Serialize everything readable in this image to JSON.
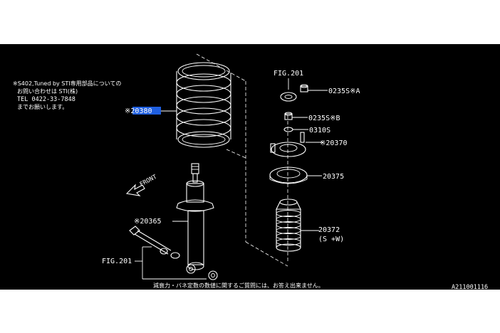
{
  "note": {
    "line1": "※S402,Tuned by STI専用部品についての",
    "line2": "お問い合わせは STI(株)",
    "line3": "TEL 0422-33-7848",
    "line4": "までお願いします。"
  },
  "direction_label": "FRONT",
  "parts": {
    "spring": "※20380",
    "fig_top": "FIG.201",
    "nut_a": "0235S※A",
    "nut_b": "0235S※B",
    "washer": "0310S",
    "mount": "※20370",
    "seat": "20375",
    "boot": "20372",
    "boot_sub": "(S +W)",
    "strut": "※20365",
    "fig_bottom": "FIG.201"
  },
  "footer": "減衰力・バネ定数の数値に関するご質問には、お答え出来ません。",
  "diagram_id": "A211001116",
  "colors": {
    "background": "#000000",
    "line": "#ffffff",
    "highlight": "#1f5fe0"
  }
}
